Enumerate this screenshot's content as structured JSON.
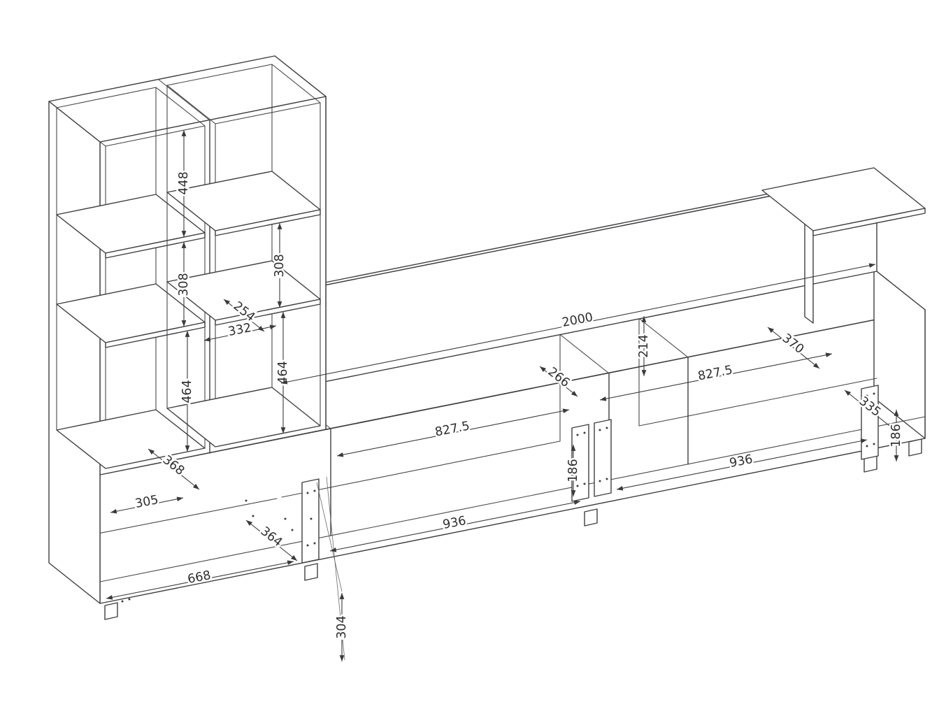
{
  "diagram": {
    "type": "isometric-furniture-dimension-drawing",
    "subject": "wall unit: tall shelf columns on base cabinet with long low TV stand, back panel and top shelf",
    "units": "mm",
    "colors": {
      "line": "#3f3f42",
      "dim_line": "#3a3a3d",
      "text": "#2e2e30",
      "background": "#ffffff"
    },
    "dims": {
      "col1_top": "448",
      "col1_mid": "308",
      "col2_mid": "308",
      "col2_depth": "254",
      "col2_width": "332",
      "col1_bottom": "464",
      "col2_bottom": "464",
      "tall_depth": "368",
      "base_inner_width": "305",
      "base_width": "668",
      "base_depth": "364",
      "drawer_front_height": "304",
      "left_door_width": "936",
      "left_shelf_width": "827.5",
      "divider_gap": "266",
      "panel_height": "214",
      "total_width": "2000",
      "right_shelf_width": "827.5",
      "top_shelf_depth": "370",
      "right_depth": "335",
      "right_drawer_height": "186",
      "right_door_width": "936",
      "mid_drawer_height": "186"
    }
  }
}
